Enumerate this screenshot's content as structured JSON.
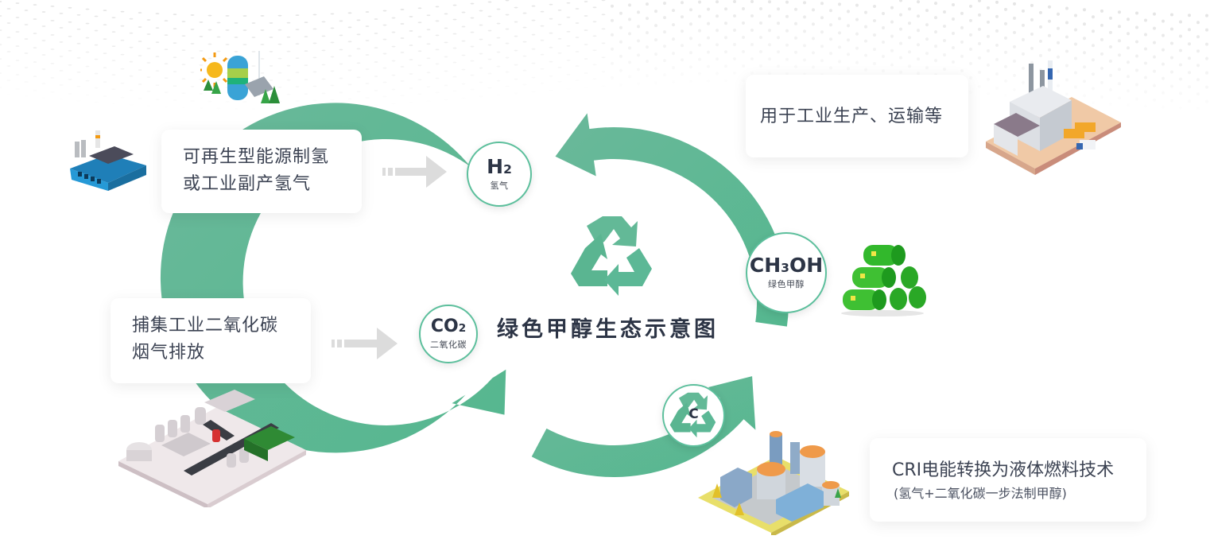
{
  "title": "绿色甲醇生态示意图",
  "colors": {
    "ring_green": "#5cb896",
    "node_border": "#5cbf9c",
    "text_dark": "#2c3445",
    "flow_arrow_gray": "#d9d9d9"
  },
  "cards": {
    "h2_source": {
      "lines": [
        "可再生型能源制氢",
        "或工业副产氢气"
      ]
    },
    "co2_source": {
      "lines": [
        "捕集工业二氧化碳",
        "烟气排放"
      ]
    },
    "usage": {
      "text": "用于工业生产、运输等"
    },
    "technology": {
      "text": "CRI电能转换为液体燃料技术",
      "subtext": "(氢气+二氧化碳一步法制甲醇)"
    }
  },
  "nodes": {
    "h2": {
      "formula_main": "H",
      "formula_sub": "2",
      "label": "氢气"
    },
    "co2": {
      "formula_main": "CO",
      "formula_sub": "2",
      "label": "二氧化碳"
    },
    "ch3oh": {
      "formula_pre": "CH",
      "formula_sub": "3",
      "formula_post": "OH",
      "label": "绿色甲醇"
    },
    "carbon": {
      "symbol": "C",
      "icon": "recycle-icon"
    }
  },
  "illustrations": [
    "renewable-energy-illustration",
    "blue-factory-illustration",
    "chemical-plant-illustration",
    "industrial-plant-illustration",
    "green-barrels-illustration",
    "refinery-illustration"
  ]
}
